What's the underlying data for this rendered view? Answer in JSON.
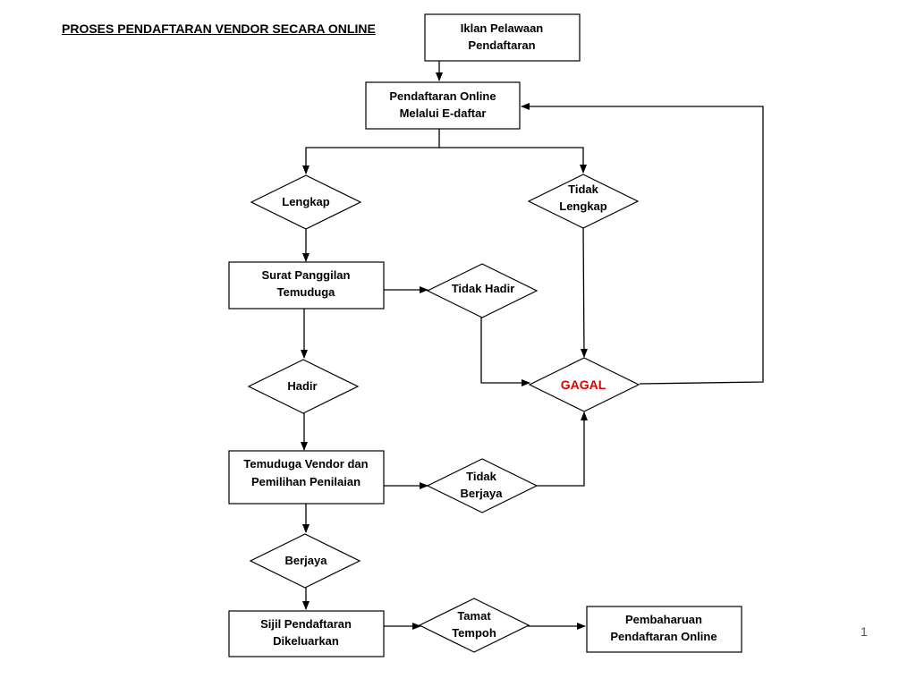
{
  "title": "PROSES PENDAFTARAN VENDOR SECARA ONLINE",
  "page_number": "1",
  "nodes": {
    "iklan": [
      "Iklan Pelawaan",
      "Pendaftaran"
    ],
    "online": [
      "Pendaftaran Online",
      "Melalui E-daftar"
    ],
    "lengkap": [
      "Lengkap"
    ],
    "tidak_lengkap": [
      "Tidak",
      "Lengkap"
    ],
    "surat": [
      "Surat Panggilan",
      "Temuduga"
    ],
    "tidak_hadir": [
      "Tidak Hadir"
    ],
    "hadir": [
      "Hadir"
    ],
    "gagal": [
      "GAGAL"
    ],
    "temuduga": [
      "Temuduga Vendor dan",
      "Pemilihan Penilaian"
    ],
    "tidak_berjaya": [
      "Tidak",
      "Berjaya"
    ],
    "berjaya": [
      "Berjaya"
    ],
    "sijil": [
      "Sijil Pendaftaran",
      "Dikeluarkan"
    ],
    "tamat": [
      "Tamat",
      "Tempoh"
    ],
    "pembaharuan": [
      "Pembaharuan",
      "Pendaftaran Online"
    ]
  },
  "colors": {
    "stroke": "#000000",
    "fail_text": "#e00000"
  }
}
